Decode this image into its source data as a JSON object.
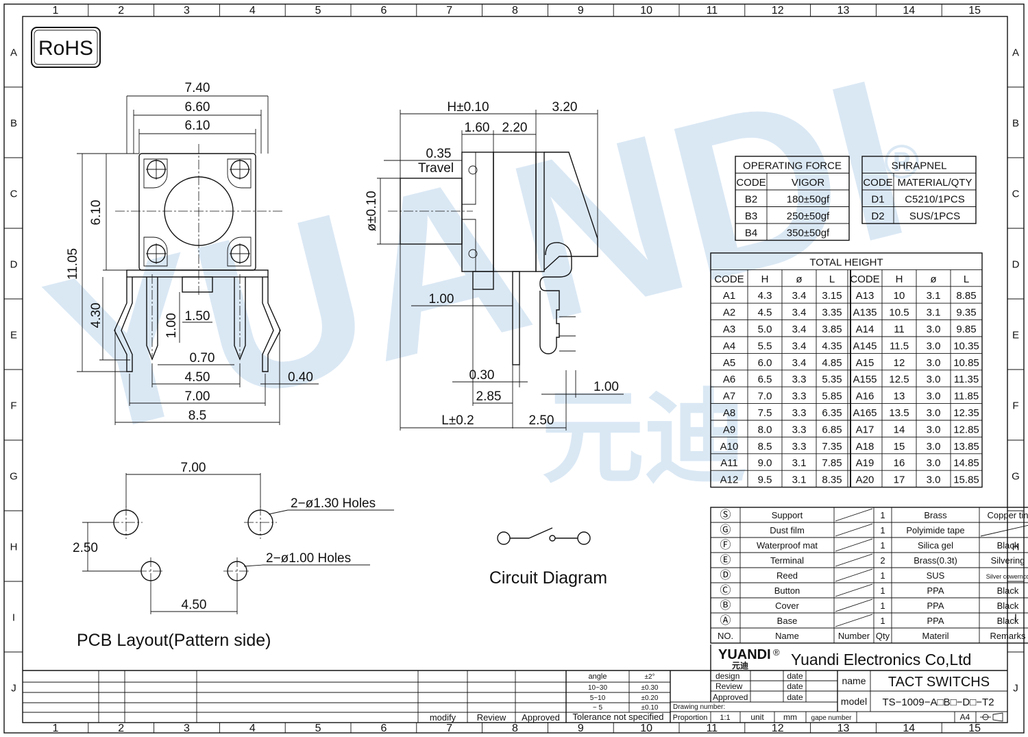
{
  "rohs": "RoHS",
  "watermark": {
    "brand": "YUANDI",
    "cn": "元迪",
    "reg": "®"
  },
  "grid": {
    "cols": [
      "1",
      "2",
      "3",
      "4",
      "5",
      "6",
      "7",
      "8",
      "9",
      "10",
      "11",
      "12",
      "13",
      "14",
      "15"
    ],
    "rows": [
      "A",
      "B",
      "C",
      "D",
      "E",
      "F",
      "G",
      "H",
      "I",
      "J"
    ]
  },
  "front_dims": {
    "w740": "7.40",
    "w660": "6.60",
    "w610": "6.10",
    "h610": "6.10",
    "h1105": "11.05",
    "h430": "4.30",
    "h100": "1.00",
    "w150": "1.50",
    "w070": "0.70",
    "w450": "4.50",
    "w700": "7.00",
    "w85": "8.5",
    "w040": "0.40"
  },
  "side_dims": {
    "h": "H±0.10",
    "d320": "3.20",
    "d160": "1.60",
    "d220": "2.20",
    "d035": "0.35",
    "travel": "Travel",
    "dia": "ø±0.10",
    "d100a": "1.00",
    "d030": "0.30",
    "d285": "2.85",
    "l": "L±0.2",
    "d250": "2.50",
    "d100b": "1.00"
  },
  "pcb": {
    "d700": "7.00",
    "holes13": "2−ø1.30  Holes",
    "d250": "2.50",
    "holes10": "2−ø1.00  Holes",
    "d450": "4.50",
    "title": "PCB  Layout(Pattern  side)"
  },
  "circuit_title": "Circuit  Diagram",
  "operating_force": {
    "title": "OPERATING  FORCE",
    "headers": [
      "CODE",
      "VIGOR"
    ],
    "rows": [
      [
        "B2",
        "180±50gf"
      ],
      [
        "B3",
        "250±50gf"
      ],
      [
        "B4",
        "350±50gf"
      ]
    ]
  },
  "shrapnel": {
    "title": "SHRAPNEL",
    "headers": [
      "CODE",
      "MATERIAL/QTY"
    ],
    "rows": [
      [
        "D1",
        "C5210/1PCS"
      ],
      [
        "D2",
        "SUS/1PCS"
      ]
    ]
  },
  "total_height": {
    "title": "TOTAL  HEIGHT",
    "headers": [
      "CODE",
      "H",
      "ø",
      "L",
      "CODE",
      "H",
      "ø",
      "L"
    ],
    "rows": [
      [
        "A1",
        "4.3",
        "3.4",
        "3.15",
        "A13",
        "10",
        "3.1",
        "8.85"
      ],
      [
        "A2",
        "4.5",
        "3.4",
        "3.35",
        "A135",
        "10.5",
        "3.1",
        "9.35"
      ],
      [
        "A3",
        "5.0",
        "3.4",
        "3.85",
        "A14",
        "11",
        "3.0",
        "9.85"
      ],
      [
        "A4",
        "5.5",
        "3.4",
        "4.35",
        "A145",
        "11.5",
        "3.0",
        "10.35"
      ],
      [
        "A5",
        "6.0",
        "3.4",
        "4.85",
        "A15",
        "12",
        "3.0",
        "10.85"
      ],
      [
        "A6",
        "6.5",
        "3.3",
        "5.35",
        "A155",
        "12.5",
        "3.0",
        "11.35"
      ],
      [
        "A7",
        "7.0",
        "3.3",
        "5.85",
        "A16",
        "13",
        "3.0",
        "11.85"
      ],
      [
        "A8",
        "7.5",
        "3.3",
        "6.35",
        "A165",
        "13.5",
        "3.0",
        "12.35"
      ],
      [
        "A9",
        "8.0",
        "3.3",
        "6.85",
        "A17",
        "14",
        "3.0",
        "12.85"
      ],
      [
        "A10",
        "8.5",
        "3.3",
        "7.35",
        "A18",
        "15",
        "3.0",
        "13.85"
      ],
      [
        "A11",
        "9.0",
        "3.1",
        "7.85",
        "A19",
        "16",
        "3.0",
        "14.85"
      ],
      [
        "A12",
        "9.5",
        "3.1",
        "8.35",
        "A20",
        "17",
        "3.0",
        "15.85"
      ]
    ]
  },
  "bom": {
    "rows": [
      [
        "Ⓢ",
        "Support",
        "1",
        "Brass",
        "Copper  tin"
      ],
      [
        "Ⓖ",
        "Dust  film",
        "1",
        "Polyimide  tape",
        ""
      ],
      [
        "Ⓕ",
        "Waterproof  mat",
        "1",
        "Silica  gel",
        "Black"
      ],
      [
        "Ⓔ",
        "Terminal",
        "2",
        "Brass(0.3t)",
        "Silvering"
      ],
      [
        "Ⓓ",
        "Reed",
        "1",
        "SUS",
        "Silver  cowerncd"
      ],
      [
        "Ⓒ",
        "Button",
        "1",
        "PPA",
        "Black"
      ],
      [
        "Ⓑ",
        "Cover",
        "1",
        "PPA",
        "Black"
      ],
      [
        "Ⓐ",
        "Base",
        "1",
        "PPA",
        "Black"
      ]
    ],
    "headers": [
      "NO.",
      "Name",
      "Number",
      "Qty",
      "Materil",
      "Remarks"
    ]
  },
  "title_block": {
    "logo": "YUANDI",
    "logo_cn": "元迪",
    "reg": "®",
    "company": "Yuandi Electronics Co,Ltd",
    "tol": {
      "angle": "angle",
      "angle_v": "±2°",
      "r1": "10~30",
      "r1v": "±0.30",
      "r2": "5~10",
      "r2v": "±0.20",
      "r3": "~ 5",
      "r3v": "±0.10",
      "label": "Tolerance  not  specified"
    },
    "sign": [
      "modify",
      "Review",
      "Approved"
    ],
    "roles": [
      "design",
      "Review",
      "Approved"
    ],
    "date": "date",
    "drawing_number": "Drawing  number:",
    "proportion": "Proportion",
    "scale": "1:1",
    "unit": "unit",
    "mm": "mm",
    "gape": "gape  number",
    "name_label": "name",
    "name_value": "TACT  SWITCHS",
    "model_label": "model",
    "model_value": "TS−1009−A□B□−D□−T2",
    "sheet": "A4"
  }
}
